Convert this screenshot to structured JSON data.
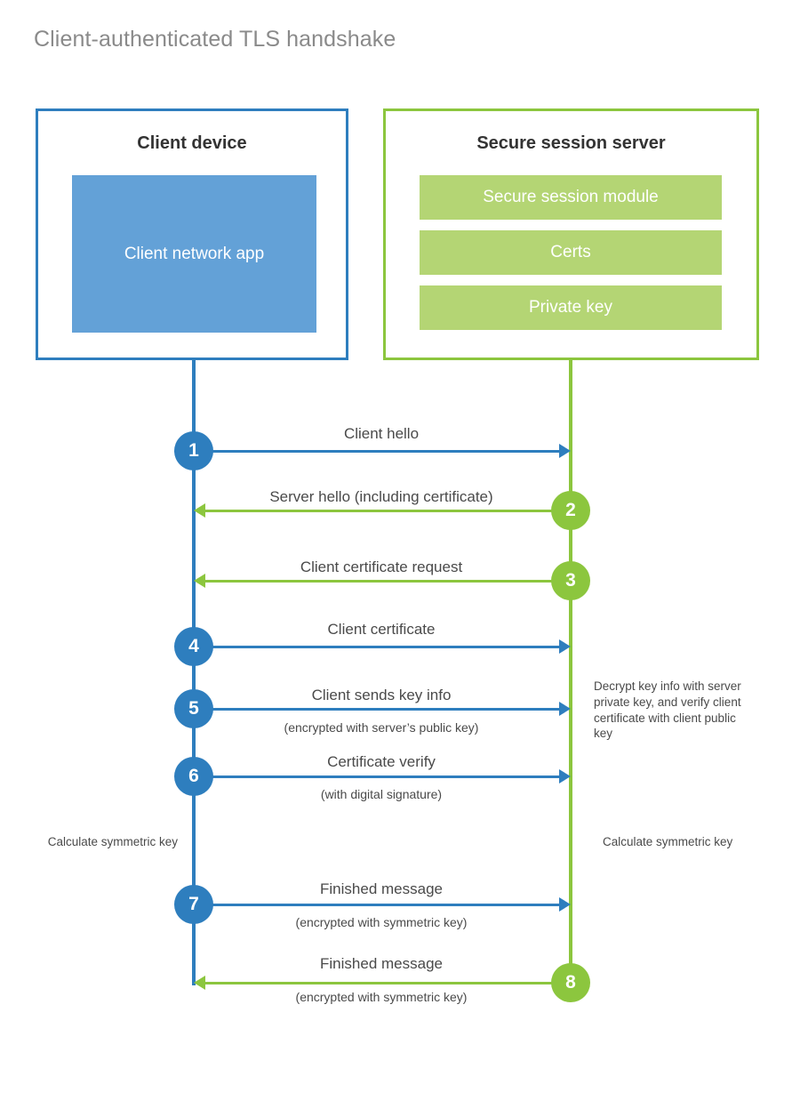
{
  "title": "Client-authenticated TLS handshake",
  "colors": {
    "client_accent": "#2e7ebe",
    "client_fill": "#63a1d7",
    "server_accent": "#8cc63e",
    "server_fill": "#b4d574",
    "title_text": "#8a8a8a",
    "body_text": "#4a4a4a"
  },
  "actors": {
    "client": {
      "title": "Client device",
      "app_label": "Client network app"
    },
    "server": {
      "title": "Secure session server",
      "components": [
        "Secure session module",
        "Certs",
        "Private key"
      ]
    }
  },
  "steps": [
    {
      "number": "1",
      "label": "Client hello",
      "sublabel": "",
      "direction": "client-to-server",
      "color": "blue"
    },
    {
      "number": "2",
      "label": "Server hello (including certificate)",
      "sublabel": "",
      "direction": "server-to-client",
      "color": "green"
    },
    {
      "number": "3",
      "label": "Client certificate request",
      "sublabel": "",
      "direction": "server-to-client",
      "color": "green"
    },
    {
      "number": "4",
      "label": "Client certificate",
      "sublabel": "",
      "direction": "client-to-server",
      "color": "blue"
    },
    {
      "number": "5",
      "label": "Client sends key info",
      "sublabel": "(encrypted with server’s public key)",
      "direction": "client-to-server",
      "color": "blue"
    },
    {
      "number": "6",
      "label": "Certificate verify",
      "sublabel": "(with digital signature)",
      "direction": "client-to-server",
      "color": "blue"
    },
    {
      "number": "7",
      "label": "Finished message",
      "sublabel": "(encrypted with symmetric key)",
      "direction": "client-to-server",
      "color": "blue"
    },
    {
      "number": "8",
      "label": "Finished message",
      "sublabel": "(encrypted with symmetric key)",
      "direction": "server-to-client",
      "color": "green"
    }
  ],
  "notes": {
    "server_decrypt": "Decrypt key info with server private key, and verify client certificate with client public key",
    "client_calculate": "Calculate symmetric key",
    "server_calculate": "Calculate symmetric key"
  }
}
